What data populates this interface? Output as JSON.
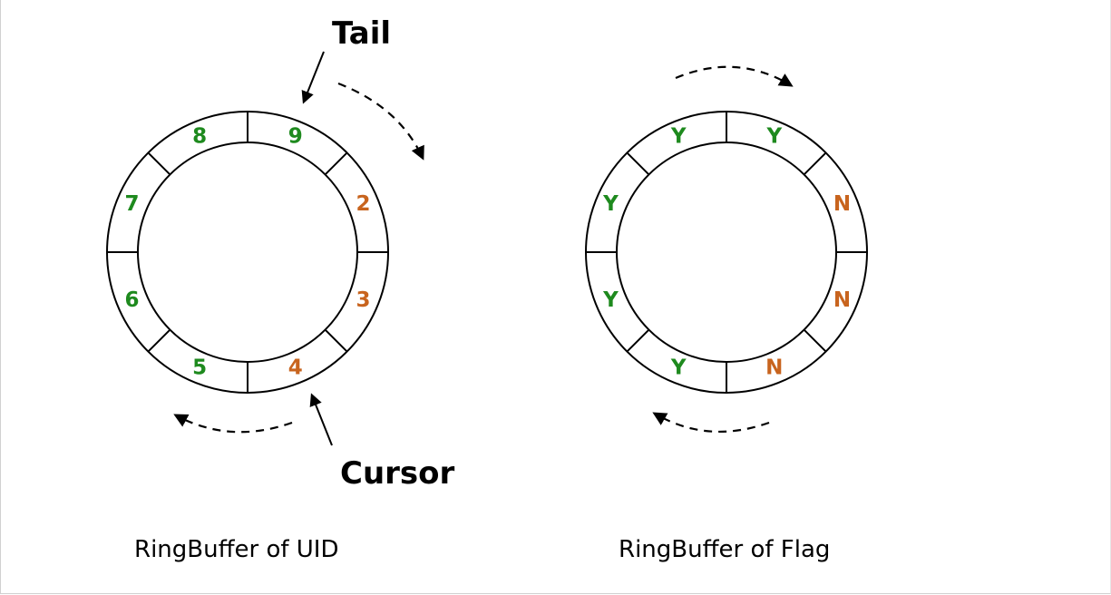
{
  "colors": {
    "used": "#1e8a1e",
    "pending": "#c8641e",
    "stroke": "#000000"
  },
  "uid_ring": {
    "caption": "RingBuffer of UID",
    "slots": [
      {
        "label": "9",
        "state": "used"
      },
      {
        "label": "2",
        "state": "pending"
      },
      {
        "label": "3",
        "state": "pending"
      },
      {
        "label": "4",
        "state": "pending"
      },
      {
        "label": "5",
        "state": "used"
      },
      {
        "label": "6",
        "state": "used"
      },
      {
        "label": "7",
        "state": "used"
      },
      {
        "label": "8",
        "state": "used"
      }
    ],
    "tail_label": "Tail",
    "cursor_label": "Cursor"
  },
  "flag_ring": {
    "caption": "RingBuffer of Flag",
    "slots": [
      {
        "label": "Y",
        "state": "used"
      },
      {
        "label": "N",
        "state": "pending"
      },
      {
        "label": "N",
        "state": "pending"
      },
      {
        "label": "N",
        "state": "pending"
      },
      {
        "label": "Y",
        "state": "used"
      },
      {
        "label": "Y",
        "state": "used"
      },
      {
        "label": "Y",
        "state": "used"
      },
      {
        "label": "Y",
        "state": "used"
      }
    ]
  }
}
